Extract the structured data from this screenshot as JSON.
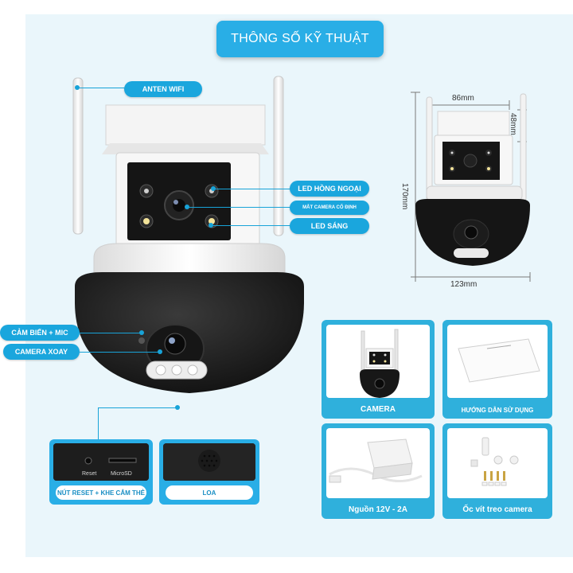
{
  "title": "THÔNG SỐ KỸ THUẬT",
  "labels": {
    "anten": "ANTEN WIFI",
    "led_ir": "LED HỒNG NGOẠI",
    "fixed_cam": "MẮT CAMERA CỐ ĐỊNH",
    "led_light": "LED SÁNG",
    "sensor_mic": "CẢM BIẾN + MIC",
    "rotating_cam": "CAMERA XOAY"
  },
  "dimensions": {
    "width": "86mm",
    "height_top": "48mm",
    "height_total": "170mm",
    "base_width": "123mm"
  },
  "details": {
    "reset_slot": {
      "label": "NÚT RESET + KHE CẮM THẺ",
      "reset_text": "Reset",
      "sd_text": "MicroSD"
    },
    "speaker": {
      "label": "LOA"
    }
  },
  "package": [
    {
      "label": "CAMERA"
    },
    {
      "label": "HƯỚNG DẪN SỬ DỤNG"
    },
    {
      "label": "Nguồn 12V - 2A"
    },
    {
      "label": "Ốc vít treo camera"
    }
  ],
  "colors": {
    "accent": "#29aee6",
    "panel": "#eaf6fb",
    "camera_dark": "#1c1c1c"
  }
}
